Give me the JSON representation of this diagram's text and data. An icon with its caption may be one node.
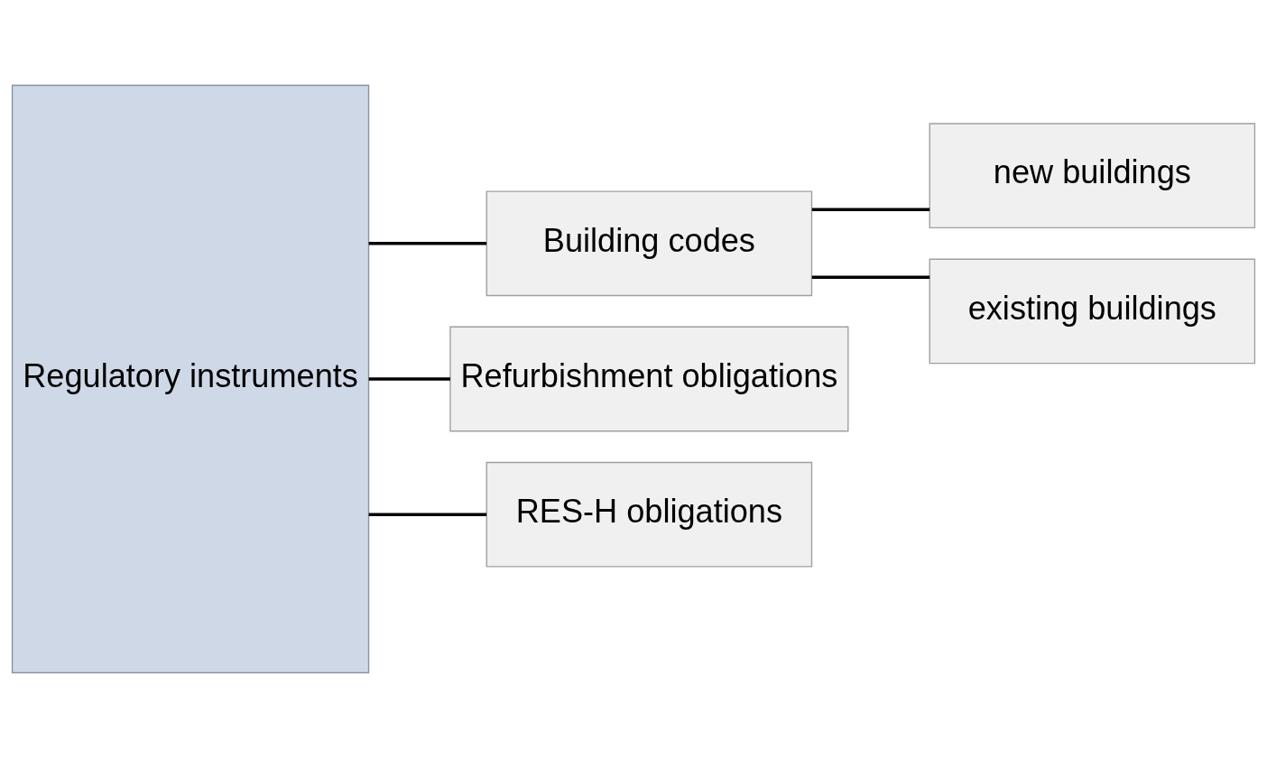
{
  "diagram": {
    "nodes": [
      {
        "text": [
          "Regulatory instruments"
        ]
      },
      {
        "text": [
          "Building codes"
        ]
      },
      {
        "text": [
          "Refurbishment obligations"
        ]
      },
      {
        "text": [
          "RES-H obligations"
        ]
      },
      {
        "text": [
          "new buildings"
        ]
      },
      {
        "text": [
          "existing buildings"
        ]
      }
    ],
    "edges": [
      {
        "from": 0,
        "to": 1,
        "arrow": "none"
      },
      {
        "from": 0,
        "to": 2,
        "arrow": "none"
      },
      {
        "from": 0,
        "to": 3,
        "arrow": "none"
      },
      {
        "from": 1,
        "to": 4,
        "arrow": "none"
      },
      {
        "from": 1,
        "to": 5,
        "arrow": "none"
      }
    ]
  }
}
